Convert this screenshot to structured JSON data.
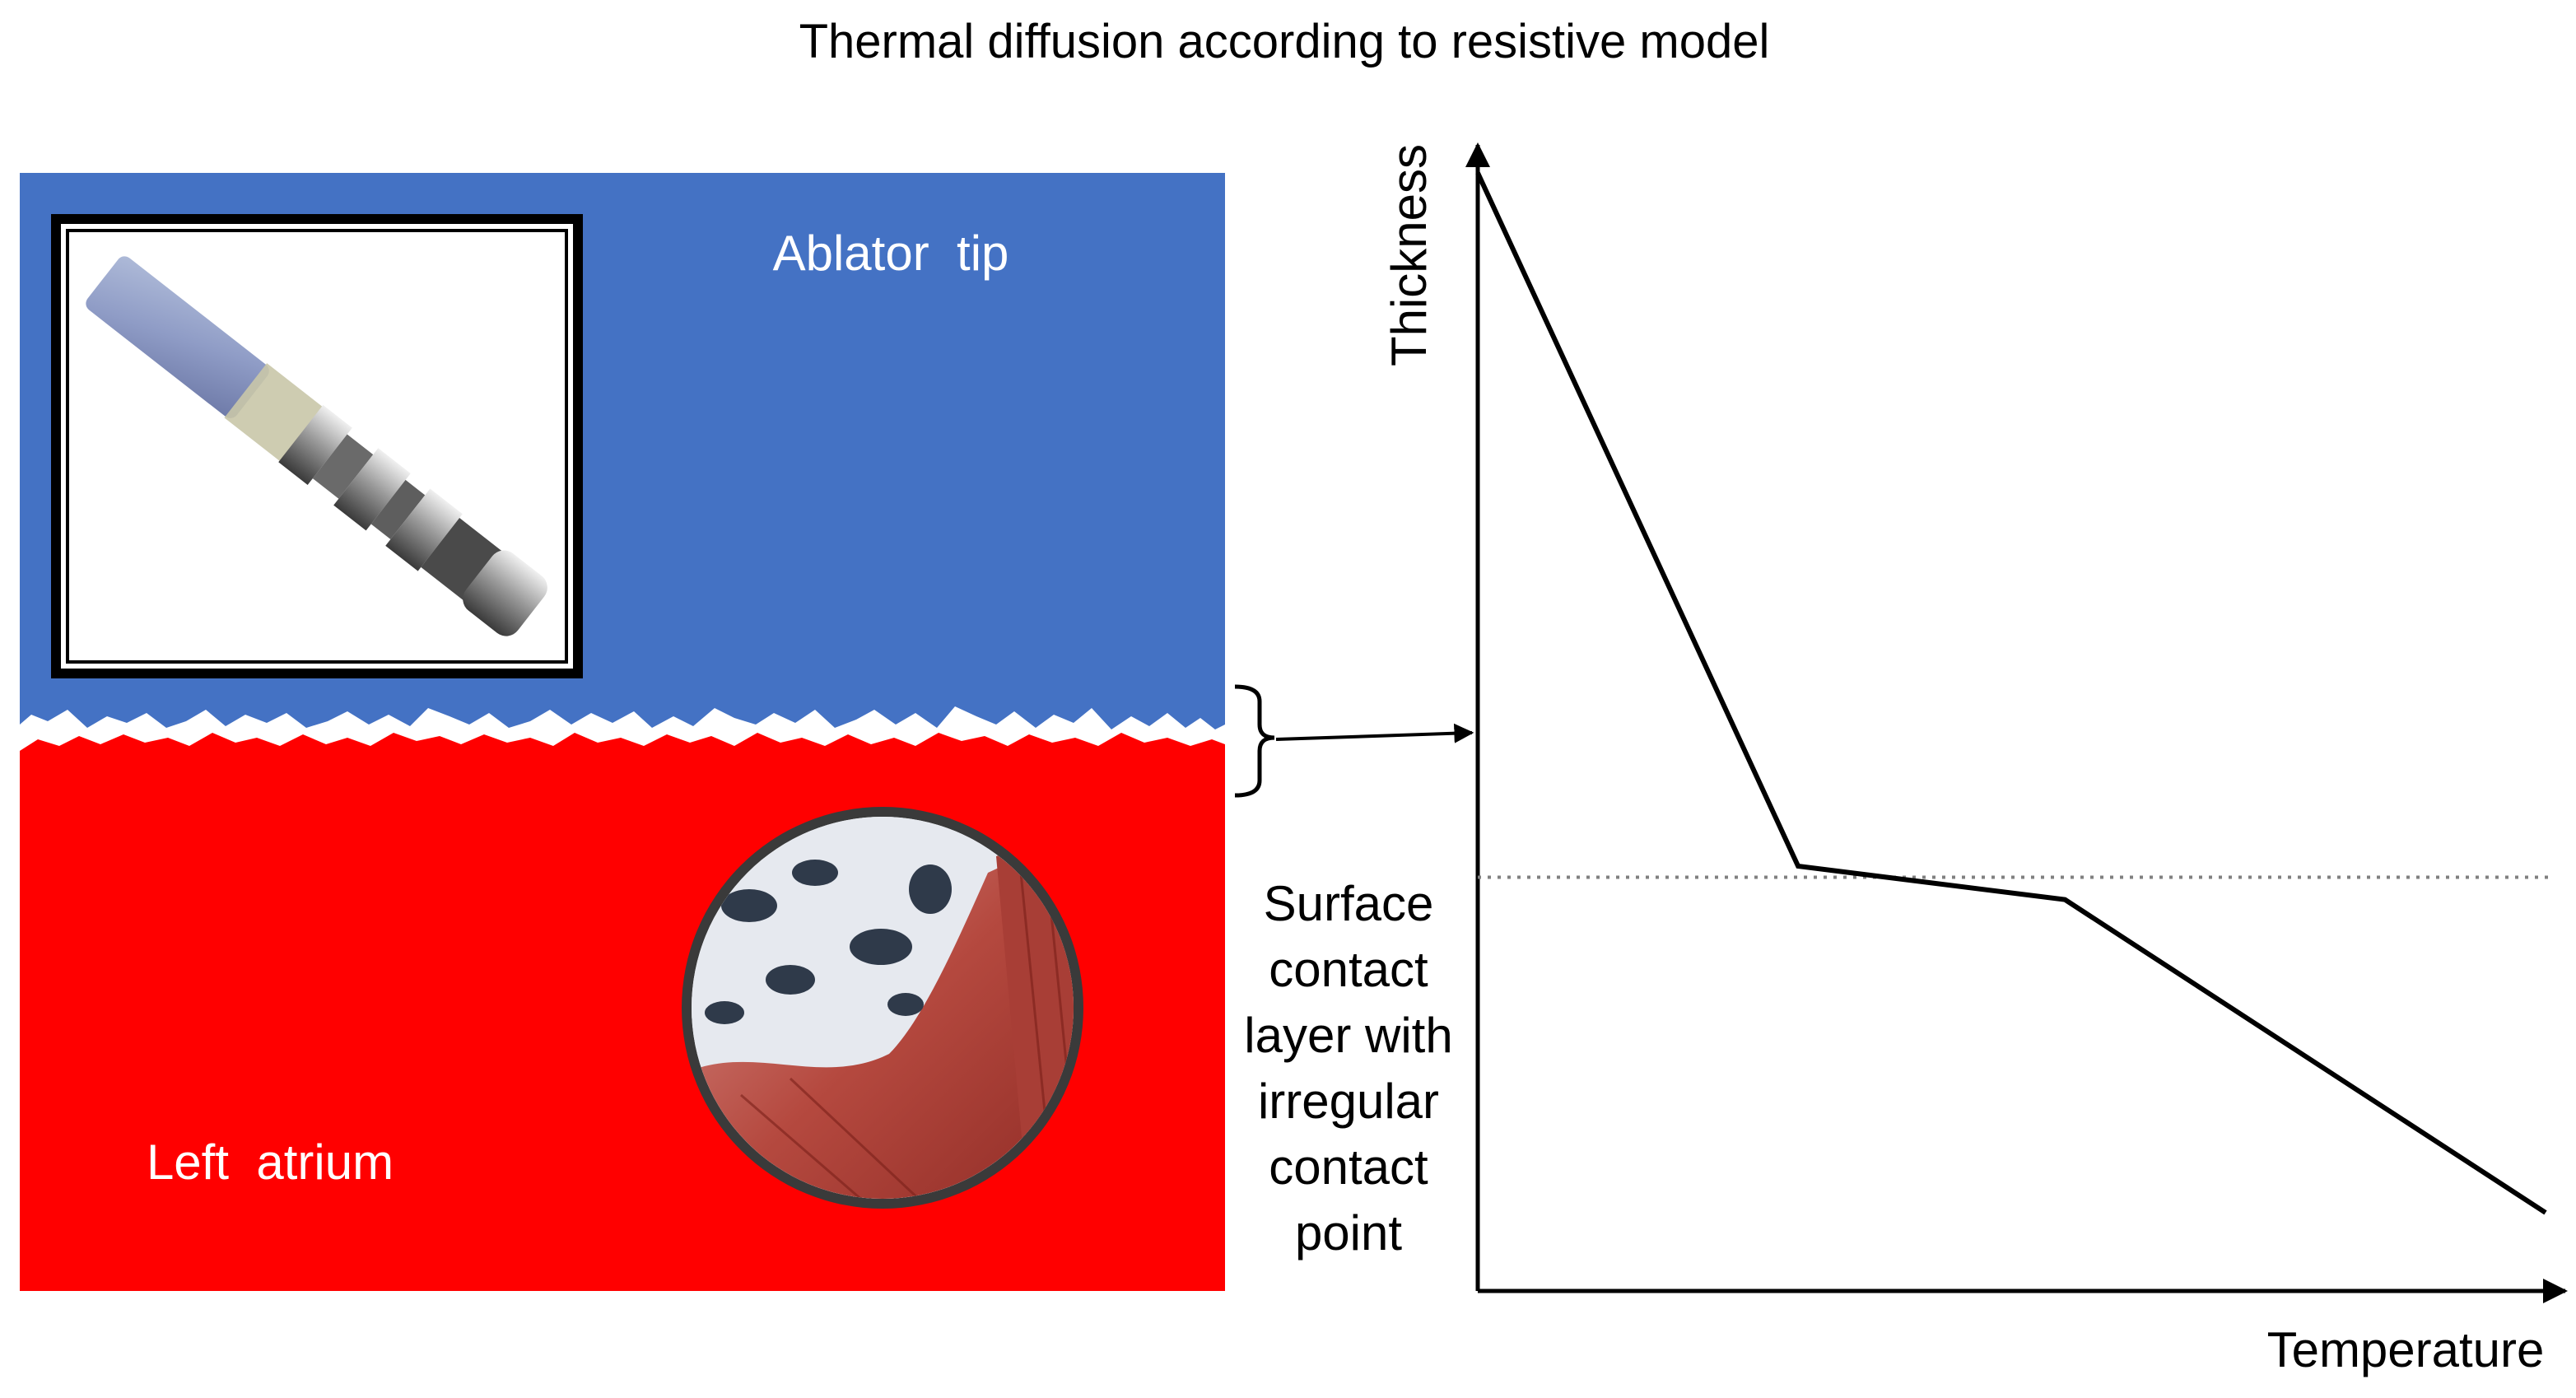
{
  "title": "Thermal diffusion according to resistive model",
  "labels": {
    "ablator": "Ablator  tip",
    "atrium": "Left  atrium",
    "surface_lines": [
      "Surface",
      "contact",
      "layer with",
      "irregular",
      "contact",
      "point"
    ]
  },
  "axes": {
    "ylabel": "Thickness",
    "xlabel": "Temperature"
  },
  "colors": {
    "ablator": "#4472C4",
    "atrium": "#FF0000",
    "line": "#000000",
    "dotted": "#808080"
  },
  "icons": {
    "catheter": "catheter-photo-icon",
    "tissue": "tissue-magnifier-icon"
  },
  "chart_data": {
    "type": "line",
    "profile_points": [
      [
        0,
        100
      ],
      [
        30,
        38
      ],
      [
        55,
        35
      ],
      [
        100,
        7
      ]
    ],
    "reference_thickness": 37,
    "xlim": [
      0,
      100
    ],
    "ylim": [
      0,
      100
    ],
    "xlabel": "Temperature",
    "ylabel": "Thickness"
  }
}
